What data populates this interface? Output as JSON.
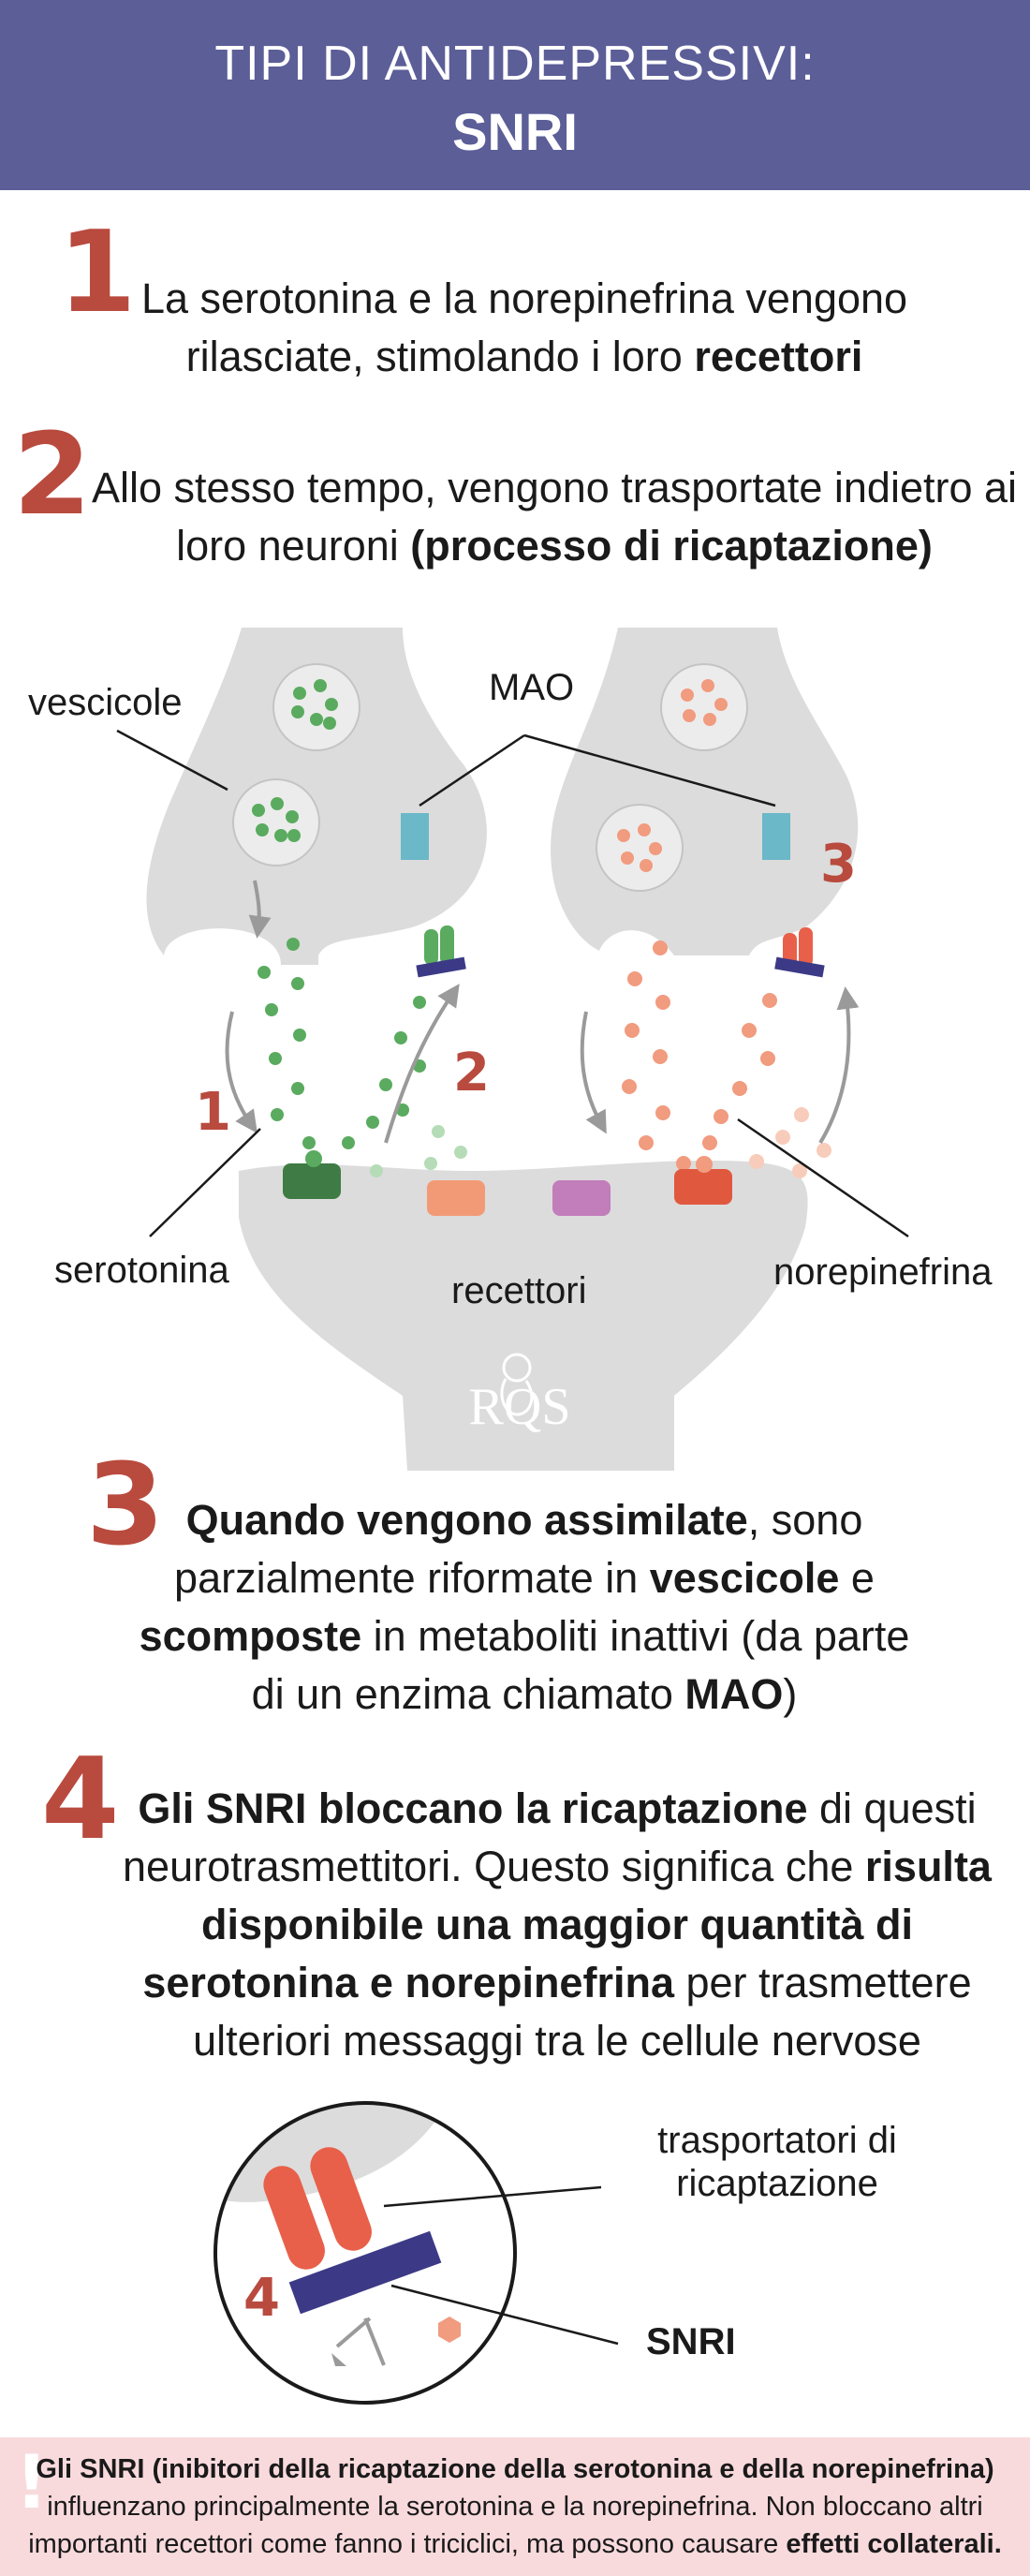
{
  "header": {
    "line1": "TIPI DI ANTIDEPRESSIVI:",
    "line2": "SNRI"
  },
  "steps": [
    {
      "number": "1",
      "parts": [
        {
          "t": "La serotonina e la norepinefrina vengono rilasciate, stimolando i loro "
        },
        {
          "t": "recettori",
          "b": true
        }
      ]
    },
    {
      "number": "2",
      "parts": [
        {
          "t": "Allo stesso tempo, vengono trasportate indietro ai loro neuroni "
        },
        {
          "t": "(processo di ricaptazione)",
          "b": true
        }
      ]
    },
    {
      "number": "3",
      "parts": [
        {
          "t": "Quando vengono assimilate",
          "b": true
        },
        {
          "t": ", sono parzialmente riformate in "
        },
        {
          "t": "vescicole",
          "b": true
        },
        {
          "t": " e "
        },
        {
          "t": "scomposte",
          "b": true
        },
        {
          "t": " in metaboliti inattivi (da parte di un enzima chiamato "
        },
        {
          "t": "MAO",
          "b": true
        },
        {
          "t": ")"
        }
      ]
    },
    {
      "number": "4",
      "parts": [
        {
          "t": "Gli SNRI bloccano la ricaptazione",
          "b": true
        },
        {
          "t": " di questi neurotrasmettitori. Questo significa che "
        },
        {
          "t": "risulta disponibile una maggior quantità di serotonina e norepinefrina",
          "b": true
        },
        {
          "t": " per trasmettere ulteriori messaggi tra le cellule nervose"
        }
      ]
    }
  ],
  "diagram": {
    "labels": {
      "vescicole": "vescicole",
      "mao": "MAO",
      "serotonina": "serotonina",
      "recettori": "recettori",
      "norepinefrina": "norepinefrina"
    },
    "markers": {
      "one": "1",
      "two": "2",
      "three": "3"
    },
    "logo": "RQS",
    "colors": {
      "serotonin": "#5aab5f",
      "norepinephrine": "#f19b7f",
      "mao": "#6bb8c8",
      "transporter": "#e8604a",
      "snri": "#3c3a86",
      "neuron": "#dcdcdc",
      "accent": "#b94a3e"
    }
  },
  "zoom": {
    "transporters_label": "trasportatori di ricaptazione",
    "snri_label": "SNRI",
    "marker": "4"
  },
  "warning": {
    "icon": "!",
    "parts": [
      {
        "t": "Gli SNRI (inibitori della ricaptazione della serotonina e della norepinefrina)",
        "b": true
      },
      {
        "t": " influenzano principalmente la serotonina e la norepinefrina. Non bloccano altri importanti recettori come fanno i triciclici, ma possono causare "
      },
      {
        "t": "effetti collaterali.",
        "b": true
      }
    ]
  }
}
